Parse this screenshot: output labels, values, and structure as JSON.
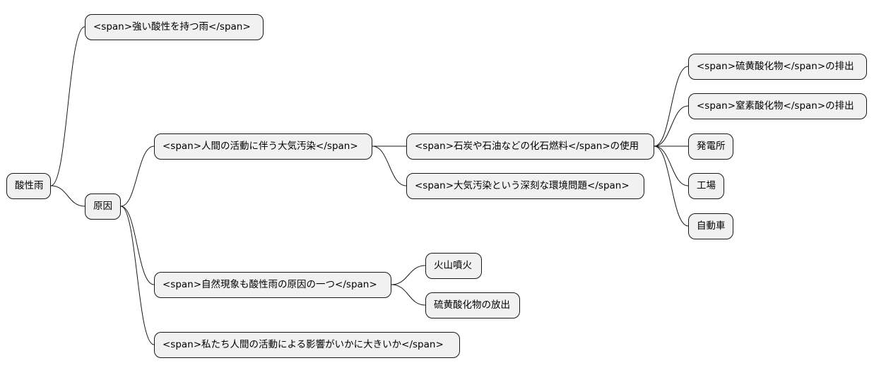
{
  "mindmap": {
    "root": "酸性雨",
    "definition": "<span>強い酸性を持つ雨</span>",
    "cause": "原因",
    "human_pollution": "<span>人間の活動に伴う大気汚染</span>",
    "fossil_fuel_use": "<span>石炭や石油などの化石燃料</span>の使用",
    "sulfur_emission": "<span>硫黄酸化物</span>の排出",
    "nitrogen_emission": "<span>窒素酸化物</span>の排出",
    "power_plant": "発電所",
    "factory": "工場",
    "automobile": "自動車",
    "serious_problem": "<span>大気汚染という深刻な環境問題</span>",
    "natural_phenomenon": "<span>自然現象も酸性雨の原因の一つ</span>",
    "volcano": "火山噴火",
    "sulfur_release": "硫黄酸化物の放出",
    "human_impact": "<span>私たち人間の活動による影響がいかに大きいか</span>"
  }
}
